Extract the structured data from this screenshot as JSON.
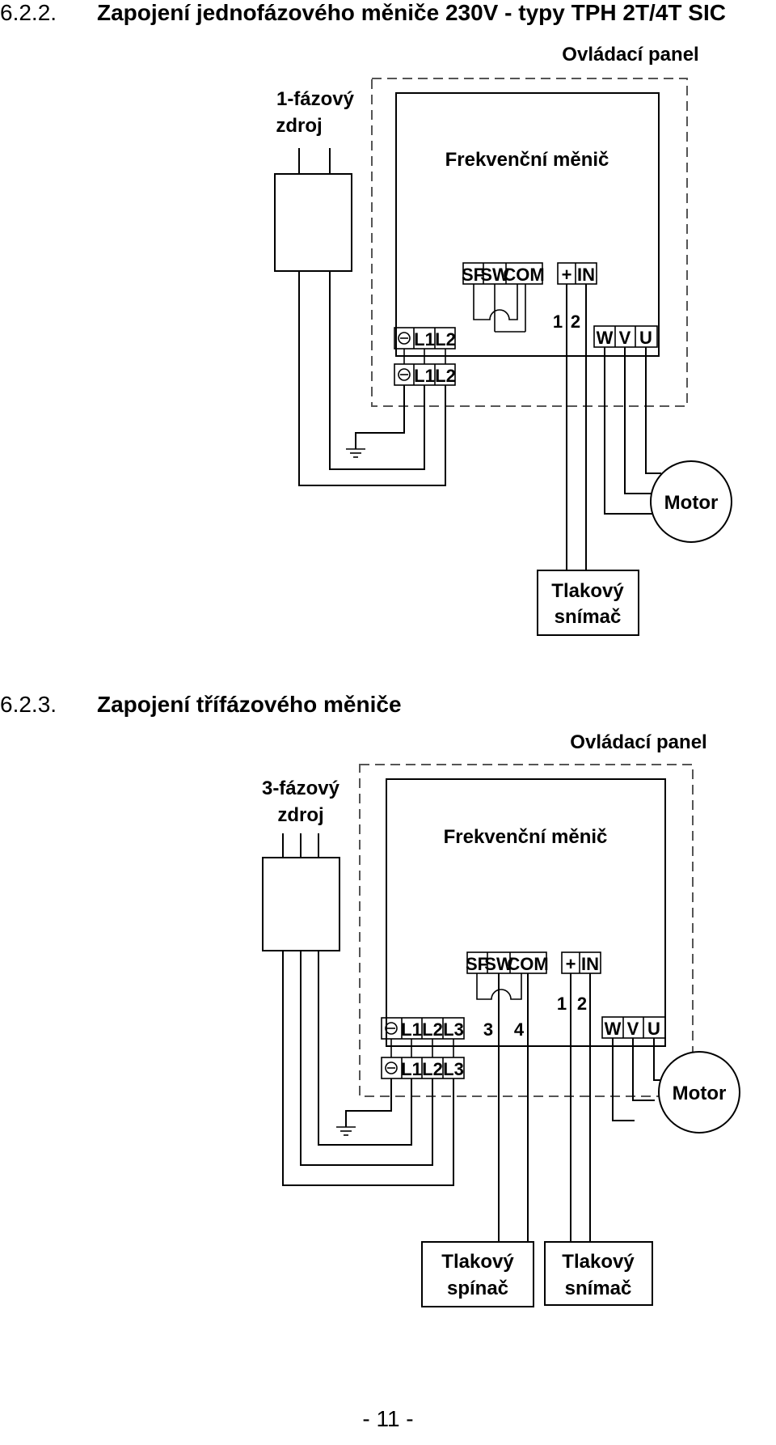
{
  "sections": [
    {
      "number": "6.2.2.",
      "title": "Zapojení jednofázového měniče 230V - typy TPH 2T/4T SIC",
      "diagram": {
        "panel_label": "Ovládací panel",
        "source_label_1": "1-fázový",
        "source_label_2": "zdroj",
        "inverter_label": "Frekvenční měnič",
        "control_terminals": [
          "SF",
          "SW",
          "COM"
        ],
        "sensor_terminals": [
          "+",
          "IN"
        ],
        "sensor_pins": [
          "1",
          "2"
        ],
        "power_terminals_upper": [
          "L1",
          "L2"
        ],
        "power_terminals_lower": [
          "L1",
          "L2"
        ],
        "motor_terminals": [
          "W",
          "V",
          "U"
        ],
        "motor_label": "Motor",
        "sensor_box_label_1": "Tlakový",
        "sensor_box_label_2": "snímač"
      }
    },
    {
      "number": "6.2.3.",
      "title": "Zapojení třífázového měniče",
      "diagram": {
        "panel_label": "Ovládací panel",
        "source_label_1": "3-fázový",
        "source_label_2": "zdroj",
        "inverter_label": "Frekvenční měnič",
        "control_terminals": [
          "SF",
          "SW",
          "COM"
        ],
        "sensor_terminals": [
          "+",
          "IN"
        ],
        "sensor_pins": [
          "1",
          "2"
        ],
        "switch_pins": [
          "3",
          "4"
        ],
        "power_terminals_upper": [
          "L1",
          "L2",
          "L3"
        ],
        "power_terminals_lower": [
          "L1",
          "L2",
          "L3"
        ],
        "motor_terminals": [
          "W",
          "V",
          "U"
        ],
        "motor_label": "Motor",
        "switch_box_label_1": "Tlakový",
        "switch_box_label_2": "spínač",
        "sensor_box_label_1": "Tlakový",
        "sensor_box_label_2": "snímač"
      }
    }
  ],
  "page_number": "- 11 -"
}
